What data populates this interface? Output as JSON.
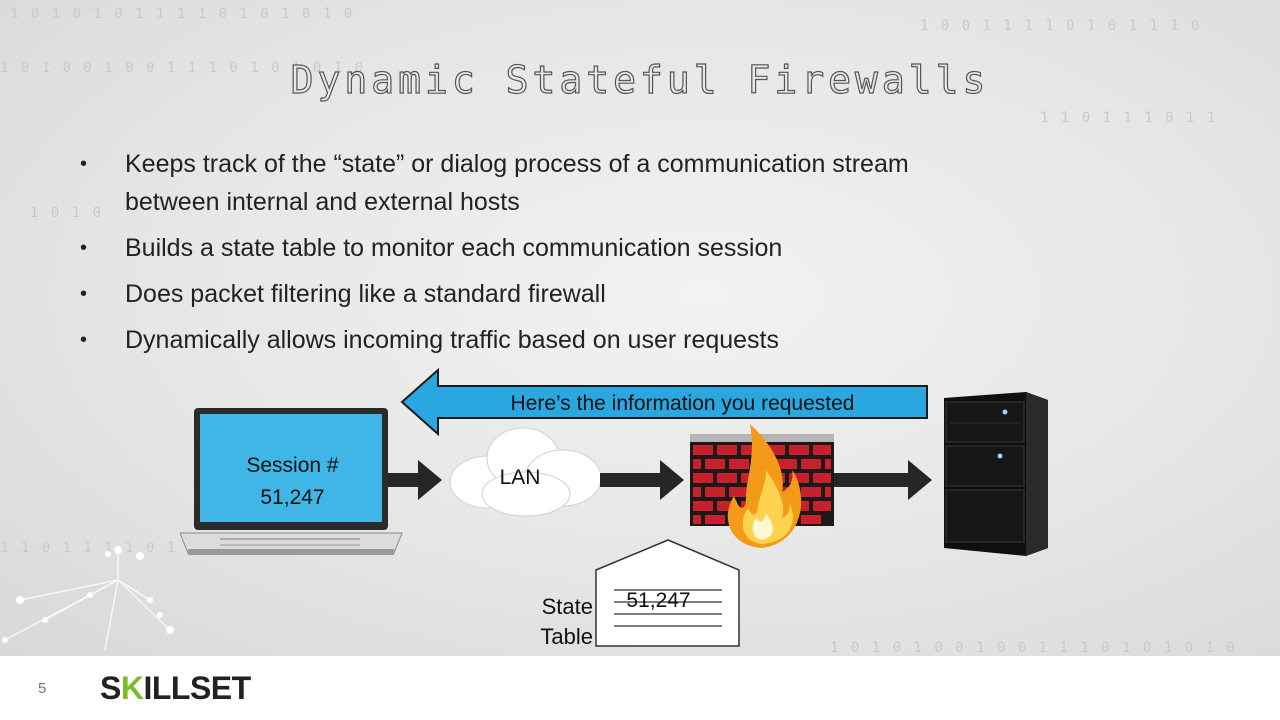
{
  "slide": {
    "title": "Dynamic Stateful Firewalls",
    "bullets": [
      "Keeps track of the “state” or dialog process of a communication stream between internal and external hosts",
      "Builds a state table to monitor each communication session",
      "Does packet filtering like a standard firewall",
      "Dynamically allows incoming traffic based on user requests"
    ],
    "bullet_marker": "•"
  },
  "diagram": {
    "laptop_session_label": "Session #",
    "laptop_session_number": "51,247",
    "cloud_label": "LAN",
    "response_banner": "Here’s the information you requested",
    "state_table_label_line1": "State",
    "state_table_label_line2": "Table",
    "state_table_entry": "51,247"
  },
  "background": {
    "binary_rows": [
      "1 0 1 0        1 0 1 1 1 1 0 1 0 1 0 1 0",
      "1 0 1 0 0 1 0 0 1 1 1 0 1 0 1 0 1 0",
      "1 1 0 1 1 1 0 1 1",
      "1 0 1 0",
      "1 0 0 1 1 1 1 0 1 0 1 1 1 0",
      "1 1 0 1 1 1 1 0 1 1 1 1 0",
      "1 0 1 0 1 0 0 1 0 0 1 1 1 0 1 0 1 0 1 0"
    ]
  },
  "footer": {
    "page_number": "5",
    "logo_prefix": "S",
    "logo_k": "K",
    "logo_suffix": "ILLSET"
  },
  "colors": {
    "banner_blue": "#2aa7e0",
    "laptop_screen": "#3fb6e6",
    "brick_red": "#c8212b",
    "flame_orange": "#f39a1b",
    "logo_green": "#7dbb2c"
  }
}
